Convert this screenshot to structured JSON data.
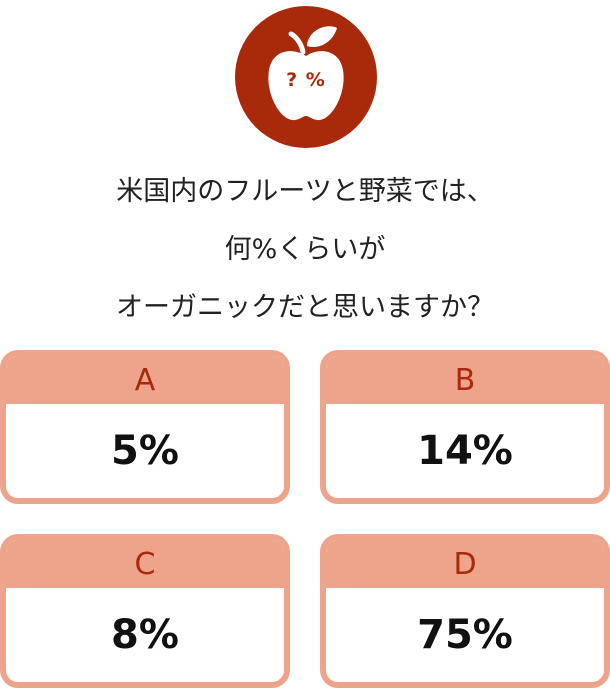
{
  "icon": {
    "name": "apple-icon",
    "label": "? %",
    "badge_color": "#a82a0a",
    "fruit_color": "#ffffff"
  },
  "question": {
    "lines": [
      "米国内のフルーツと野菜では、",
      "何%くらいが",
      "オーガニックだと思いますか？"
    ]
  },
  "options": [
    {
      "letter": "A",
      "value": "5%"
    },
    {
      "letter": "B",
      "value": "14%"
    },
    {
      "letter": "C",
      "value": "8%"
    },
    {
      "letter": "D",
      "value": "75%"
    }
  ],
  "colors": {
    "accent": "#a82a0a",
    "option_border": "#eea48b",
    "text": "#222222"
  }
}
